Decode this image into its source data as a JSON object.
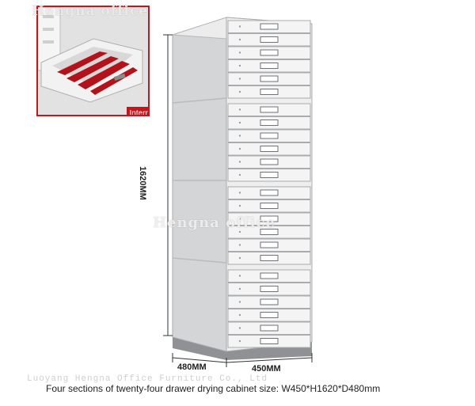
{
  "watermarks": {
    "top": "Hengna office",
    "middle": "Hengna office",
    "footer": "Luoyang Hengna Office Furniture Co., Ltd"
  },
  "inset": {
    "label": "Internal Display"
  },
  "dimensions": {
    "height": "1620MM",
    "depth": "480MM",
    "width": "450MM"
  },
  "caption": "Four sections of twenty-four drawer drying cabinet size: W450*H1620*D480mm",
  "colors": {
    "accent": "#c5161d",
    "cabinet": "#e6e6e6",
    "base": "#8f9194"
  }
}
